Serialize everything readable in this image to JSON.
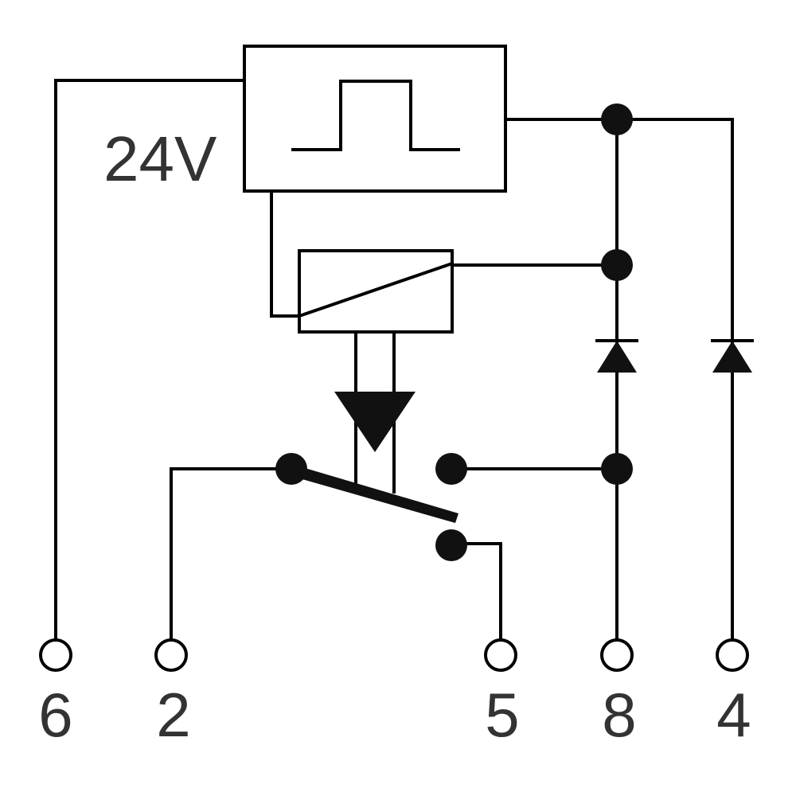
{
  "diagram": {
    "voltage_label": "24V",
    "terminals": [
      {
        "id": "6",
        "label": "6"
      },
      {
        "id": "2",
        "label": "2"
      },
      {
        "id": "5",
        "label": "5"
      },
      {
        "id": "8",
        "label": "8"
      },
      {
        "id": "4",
        "label": "4"
      }
    ]
  }
}
